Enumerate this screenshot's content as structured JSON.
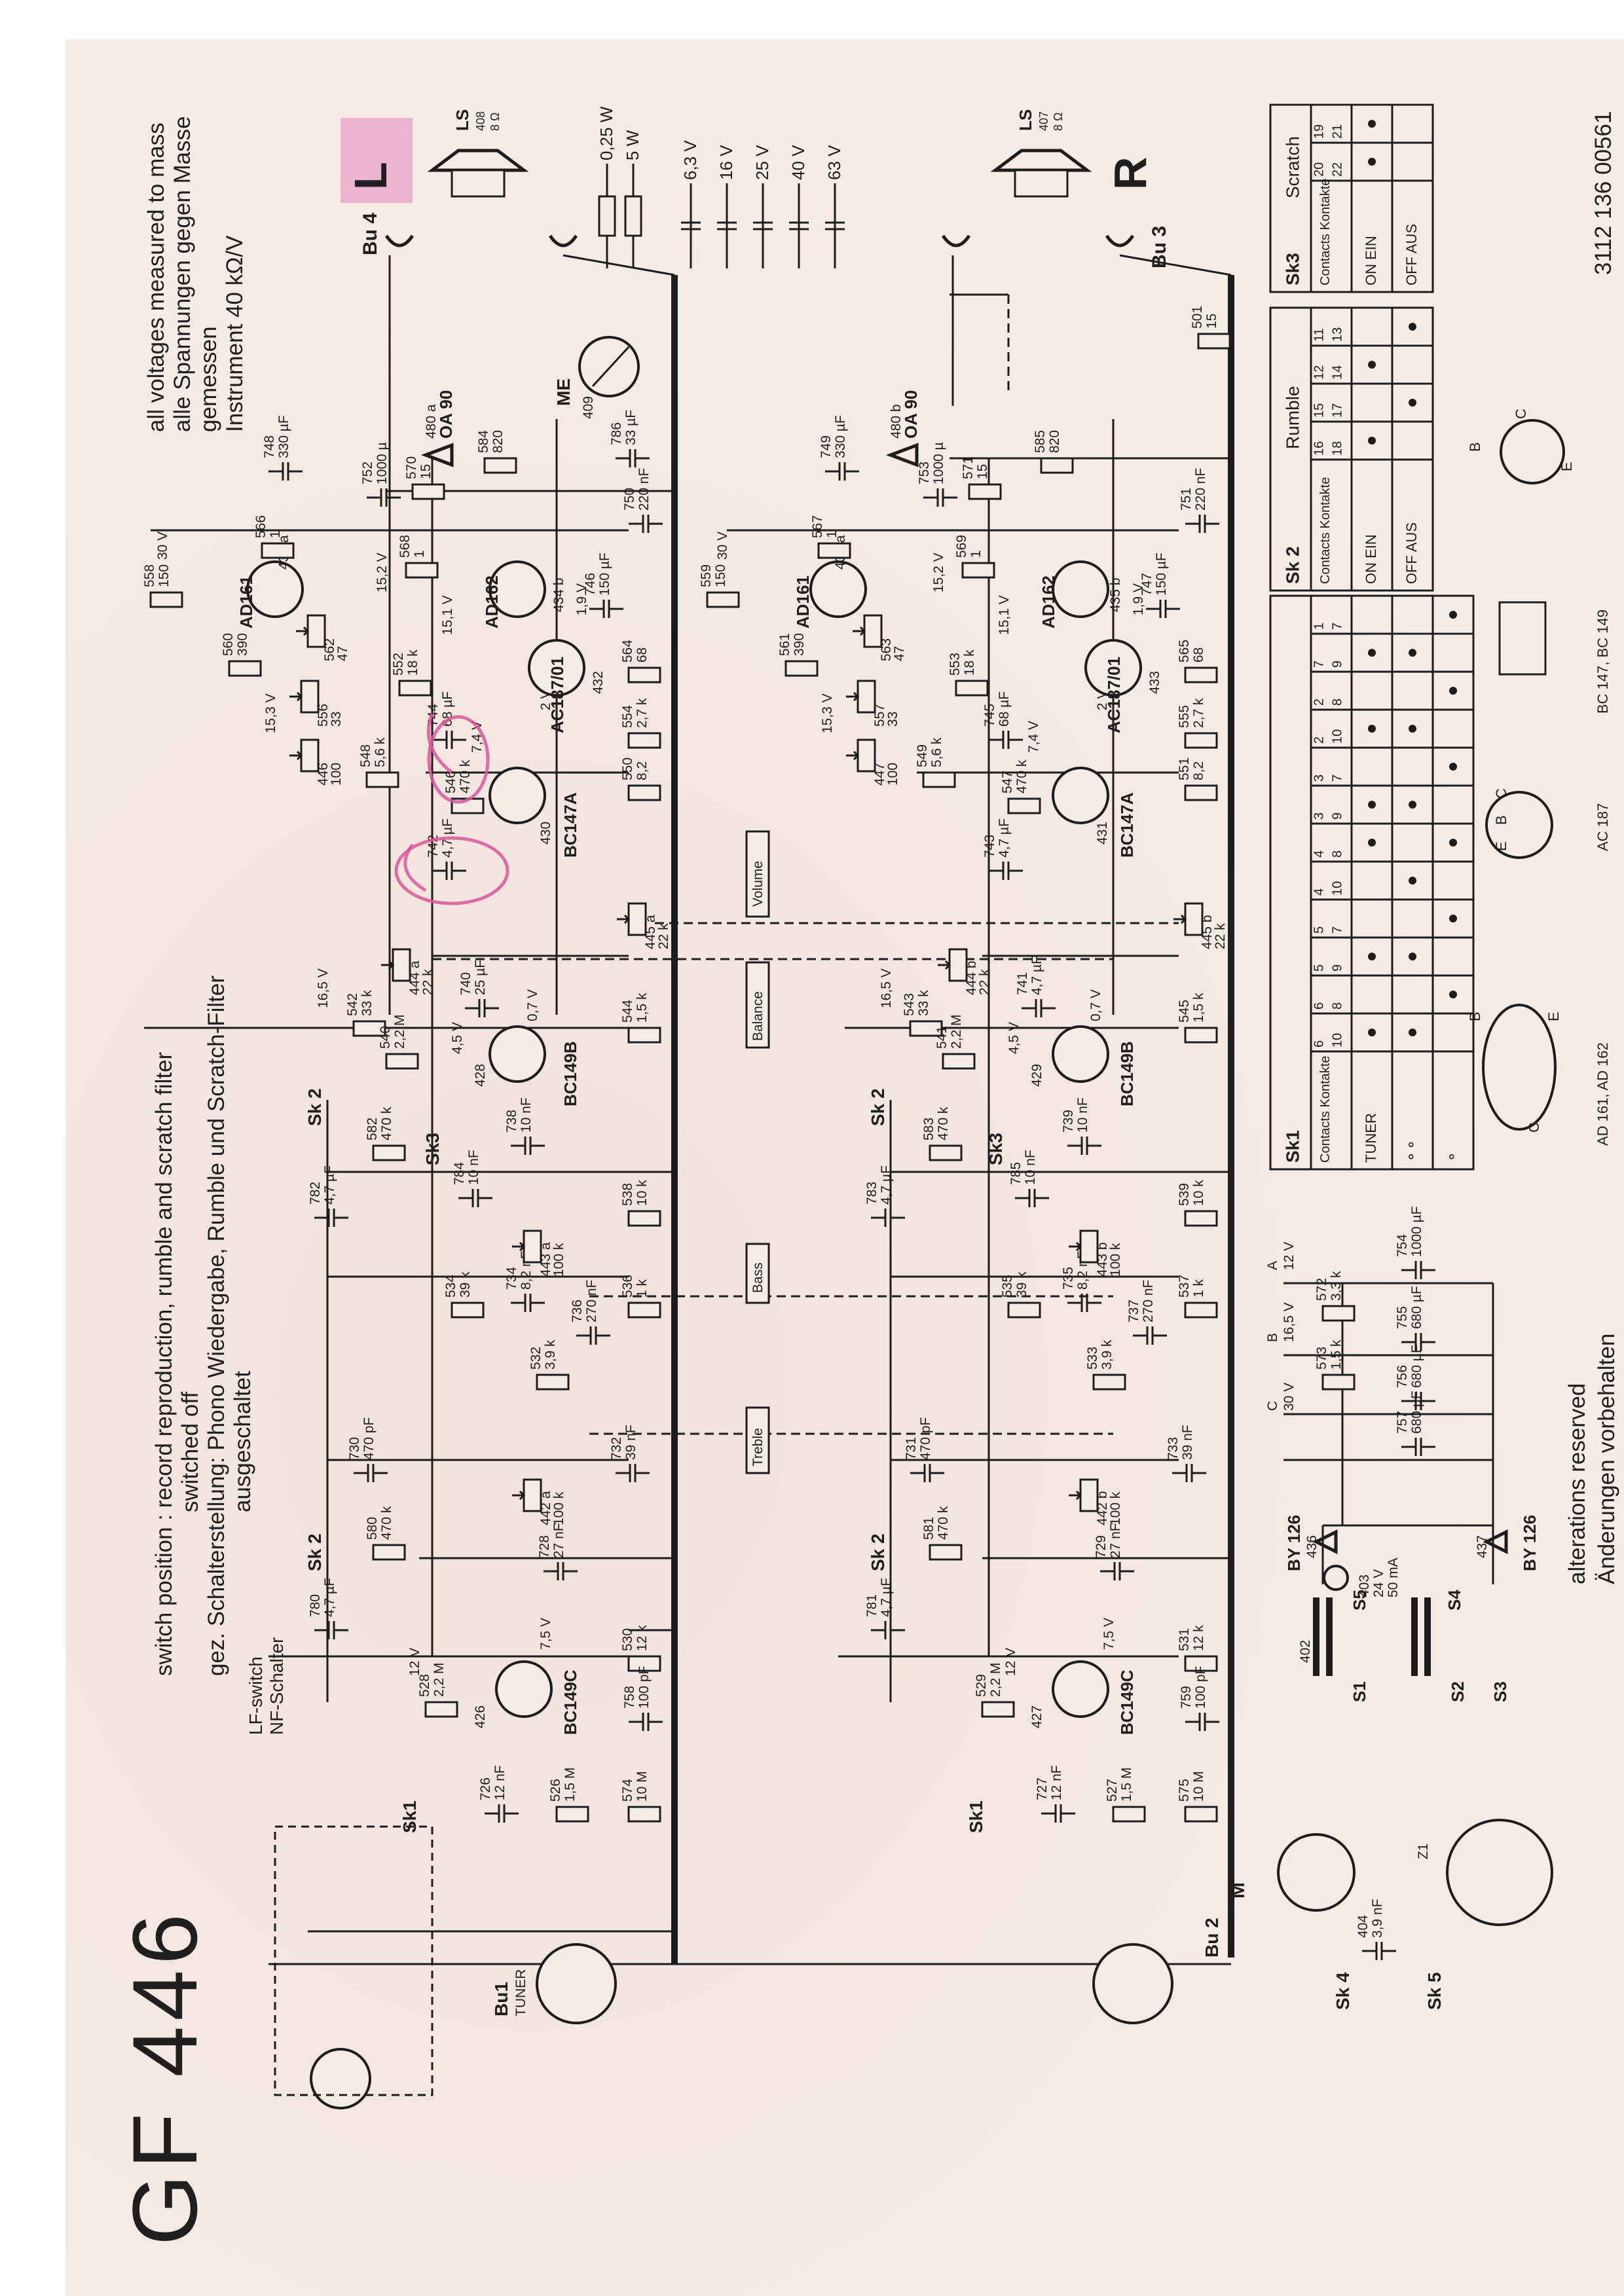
{
  "title": "GF 446",
  "notes": {
    "switch_en": "switch position : record reproduction, rumble and scratch filter",
    "switch_en2": "switched off",
    "switch_de": "gez. Schalterstellung: Phono Wiedergabe, Rumble und Scratch-Filter",
    "switch_de2": "ausgeschaltet",
    "voltages_en": "all voltages measured to mass",
    "voltages_de": "alle Spannungen gegen Masse",
    "voltages_de2": "gemessen",
    "instrument": "Instrument 40 kΩ/V",
    "alterations_en": "alterations reserved",
    "alterations_de": "Änderungen vorbehalten",
    "doc_number": "3112 136 00561",
    "lf_switch": "LF-switch",
    "nf_schalter": "NF-Schalter"
  },
  "channel_labels": {
    "left": "L",
    "right": "R"
  },
  "connectors": {
    "bu1": "Bu1",
    "bu1_sub": "TUNER",
    "bu2": "Bu 2",
    "bu3": "Bu 3",
    "bu4": "Bu 4",
    "ls_left": "LS",
    "ls_left_val": "408",
    "ls_left_ohm": "8 Ω",
    "ls_right": "LS",
    "ls_right_val": "407",
    "ls_right_ohm": "8 Ω",
    "me": "ME",
    "m": "M"
  },
  "controls": {
    "volume": "Volume",
    "balance": "Balance",
    "bass": "Bass",
    "treble": "Treble"
  },
  "switches": {
    "sk1": "Sk1",
    "sk2": "Sk 2",
    "sk3": "Sk3",
    "sk4": "Sk 4",
    "sk5": "Sk 5",
    "s1": "S1",
    "s2": "S2",
    "s3": "S3",
    "s4": "S4",
    "s5": "S5"
  },
  "transistors_left": [
    "BC149C",
    "BC149B",
    "BC147A",
    "AC187/01",
    "AD162",
    "AD161"
  ],
  "transistors_right": [
    "BC149C",
    "BC149B",
    "BC147A",
    "AC187/01",
    "AD162",
    "AD161"
  ],
  "transistor_refs_left": [
    "426",
    "428",
    "430",
    "432",
    "434 b",
    "434 a"
  ],
  "transistor_refs_right": [
    "427",
    "429",
    "431",
    "433",
    "435 b",
    "435 a"
  ],
  "diodes": {
    "d1": "480 a",
    "d1_type": "OA 90",
    "d2": "480 b",
    "d2_type": "OA 90",
    "rect1": "BY 126",
    "rect1_ref": "436",
    "rect2": "BY 126",
    "rect2_ref": "437",
    "lamp": "403",
    "lamp_val": "24 V",
    "lamp_val2": "50 mA"
  },
  "legend": {
    "res1": "0,25 W",
    "res2": "5 W",
    "cap1": "6,3 V",
    "cap2": "16 V",
    "cap3": "25 V",
    "cap4": "40 V",
    "cap5": "63 V"
  },
  "rails": {
    "v30": "30 V",
    "v16": "16,5 V",
    "v12": "12 V",
    "v153": "15,3 V",
    "v152": "15,2 V",
    "v151": "15,1 V",
    "v19": "1,9 V",
    "v2": "2 V",
    "v74": "7,4 V",
    "v45": "4,5 V",
    "v07": "0,7 V",
    "v75": "7,5 V"
  },
  "resistors_left": [
    [
      "558",
      "150"
    ],
    [
      "560",
      "390"
    ],
    [
      "566",
      "1"
    ],
    [
      "568",
      "1"
    ],
    [
      "570",
      "15"
    ],
    [
      "584",
      "820"
    ],
    [
      "552",
      "18 k"
    ],
    [
      "564",
      "68"
    ],
    [
      "554",
      "2,7 k"
    ],
    [
      "550",
      "8,2"
    ],
    [
      "548",
      "5,6 k"
    ],
    [
      "546",
      "470 k"
    ],
    [
      "542",
      "33 k"
    ],
    [
      "540",
      "2,2 M"
    ],
    [
      "544",
      "1,5 k"
    ],
    [
      "538",
      "10 k"
    ],
    [
      "536",
      "1 k"
    ],
    [
      "534",
      "39 k"
    ],
    [
      "532",
      "3,9 k"
    ],
    [
      "530",
      "12 k"
    ],
    [
      "528",
      "2,2 M"
    ],
    [
      "526",
      "1,5 M"
    ],
    [
      "574",
      "10 M"
    ],
    [
      "580",
      "470 k"
    ],
    [
      "582",
      "470 k"
    ]
  ],
  "resistors_right": [
    [
      "559",
      "150"
    ],
    [
      "561",
      "390"
    ],
    [
      "567",
      "1"
    ],
    [
      "569",
      "1"
    ],
    [
      "571",
      "15"
    ],
    [
      "585",
      "820"
    ],
    [
      "553",
      "18 k"
    ],
    [
      "565",
      "68"
    ],
    [
      "555",
      "2,7 k"
    ],
    [
      "551",
      "8,2"
    ],
    [
      "549",
      "5,6 k"
    ],
    [
      "547",
      "470 k"
    ],
    [
      "543",
      "33 k"
    ],
    [
      "541",
      "2,2 M"
    ],
    [
      "545",
      "1,5 k"
    ],
    [
      "539",
      "10 k"
    ],
    [
      "537",
      "1 k"
    ],
    [
      "535",
      "39 k"
    ],
    [
      "533",
      "3,9 k"
    ],
    [
      "531",
      "12 k"
    ],
    [
      "529",
      "2,2 M"
    ],
    [
      "527",
      "1,5 M"
    ],
    [
      "575",
      "10 M"
    ],
    [
      "581",
      "470 k"
    ],
    [
      "583",
      "470 k"
    ]
  ],
  "capacitors_left": [
    [
      "748",
      "330 µF"
    ],
    [
      "752",
      "1000 µ"
    ],
    [
      "750",
      "220 nF"
    ],
    [
      "746",
      "150 µF"
    ],
    [
      "744",
      "68 µF"
    ],
    [
      "742",
      "4,7 µF"
    ],
    [
      "740",
      "25 µF"
    ],
    [
      "738",
      "10 nF"
    ],
    [
      "784",
      "10 nF"
    ],
    [
      "782",
      "4,7 µF"
    ],
    [
      "734",
      "8,2 nF"
    ],
    [
      "736",
      "270 nF"
    ],
    [
      "730",
      "470 pF"
    ],
    [
      "732",
      "39 nF"
    ],
    [
      "728",
      "27 nF"
    ],
    [
      "780",
      "4,7 µF"
    ],
    [
      "758",
      "100 pF"
    ],
    [
      "726",
      "12 nF"
    ],
    [
      "786",
      "33 µF"
    ]
  ],
  "capacitors_right": [
    [
      "749",
      "330 µF"
    ],
    [
      "753",
      "1000 µ"
    ],
    [
      "751",
      "220 nF"
    ],
    [
      "747",
      "150 µF"
    ],
    [
      "745",
      "68 µF"
    ],
    [
      "743",
      "4,7 µF"
    ],
    [
      "741",
      "4,7 µF"
    ],
    [
      "739",
      "10 nF"
    ],
    [
      "785",
      "10 nF"
    ],
    [
      "783",
      "4,7 µF"
    ],
    [
      "735",
      "8,2 nF"
    ],
    [
      "737",
      "270 nF"
    ],
    [
      "731",
      "470 pF"
    ],
    [
      "733",
      "39 nF"
    ],
    [
      "729",
      "27 nF"
    ],
    [
      "781",
      "4,7 µF"
    ],
    [
      "759",
      "100 pF"
    ],
    [
      "727",
      "12 nF"
    ]
  ],
  "pots_left": [
    [
      "445 a",
      "22 k"
    ],
    [
      "444 a",
      "22 k"
    ],
    [
      "443 a",
      "100 k"
    ],
    [
      "442 a",
      "100 k"
    ],
    [
      "446",
      "100"
    ],
    [
      "562",
      "47"
    ],
    [
      "556",
      "33"
    ]
  ],
  "pots_right": [
    [
      "445 b",
      "22 k"
    ],
    [
      "444 b",
      "22 k"
    ],
    [
      "443 b",
      "100 k"
    ],
    [
      "442 b",
      "100 k"
    ],
    [
      "447",
      "100"
    ],
    [
      "563",
      "47"
    ],
    [
      "557",
      "33"
    ]
  ],
  "power_supply": {
    "r572": [
      "572",
      "3,3 k"
    ],
    "r573": [
      "573",
      "1,5 k"
    ],
    "r501": [
      "501",
      "15"
    ],
    "r409": "409",
    "c754": [
      "754",
      "1000 µF"
    ],
    "c755": [
      "755",
      "680 µF"
    ],
    "c756": [
      "756",
      "680 µF"
    ],
    "c757": [
      "757",
      "680 µF"
    ],
    "c404": [
      "404",
      "3,9 nF"
    ],
    "transformer": "402",
    "rails": [
      "12 V",
      "16,5 V",
      "30 V"
    ],
    "rail_letters": [
      "A",
      "B",
      "C"
    ]
  },
  "sk1_table": {
    "title": "Sk1",
    "header": "Contacts Kontakte",
    "columns": [
      [
        "1",
        "7"
      ],
      [
        "7",
        "9"
      ],
      [
        "2",
        "8"
      ],
      [
        "2",
        "10"
      ],
      [
        "3",
        "7"
      ],
      [
        "3",
        "9"
      ],
      [
        "4",
        "8"
      ],
      [
        "4",
        "10"
      ],
      [
        "5",
        "7"
      ],
      [
        "5",
        "9"
      ],
      [
        "6",
        "8"
      ],
      [
        "6",
        "10"
      ]
    ],
    "rows": [
      "TUNER",
      "⚬⚬",
      "⚬"
    ],
    "marks": [
      [
        0,
        1,
        0,
        1,
        0,
        1,
        1,
        0,
        0,
        1,
        0,
        1
      ],
      [
        0,
        1,
        0,
        1,
        0,
        1,
        0,
        1,
        0,
        1,
        0,
        1
      ],
      [
        1,
        0,
        1,
        0,
        1,
        0,
        1,
        0,
        1,
        0,
        1,
        0
      ]
    ]
  },
  "sk2_table": {
    "title": "Sk 2",
    "label": "Rumble",
    "header": "Contacts Kontakte",
    "columns": [
      [
        "11",
        "13"
      ],
      [
        "12",
        "14"
      ],
      [
        "15",
        "17"
      ],
      [
        "16",
        "18"
      ]
    ],
    "rows": [
      "ON EIN",
      "OFF AUS"
    ],
    "marks": [
      [
        0,
        1,
        0,
        1
      ],
      [
        1,
        0,
        1,
        0
      ]
    ]
  },
  "sk3_table": {
    "title": "Sk3",
    "label": "Scratch",
    "header": "Contacts Kontakte",
    "columns": [
      [
        "19",
        "21"
      ],
      [
        "20",
        "22"
      ]
    ],
    "rows": [
      "ON EIN",
      "OFF AUS"
    ],
    "marks": [
      [
        1,
        1
      ],
      [
        0,
        0
      ]
    ]
  },
  "pinouts": [
    {
      "label": "BC 147, BC 149",
      "pins": [
        "C",
        "B",
        "E"
      ]
    },
    {
      "label": "AC 187",
      "pins": [
        "C",
        "B",
        "E"
      ]
    },
    {
      "label": "AD 161, AD 162",
      "pins": [
        "B",
        "E",
        "C"
      ]
    }
  ],
  "selector_wafer": {
    "numbers": [
      "6",
      "5",
      "4",
      "3",
      "2",
      "1",
      "7",
      "8",
      "9"
    ],
    "label": "Z1"
  },
  "colors": {
    "paper": "#f6ece6",
    "ink": "#1d1d1d",
    "highlight": "#e9a0c3",
    "marker": "#d9569b"
  }
}
